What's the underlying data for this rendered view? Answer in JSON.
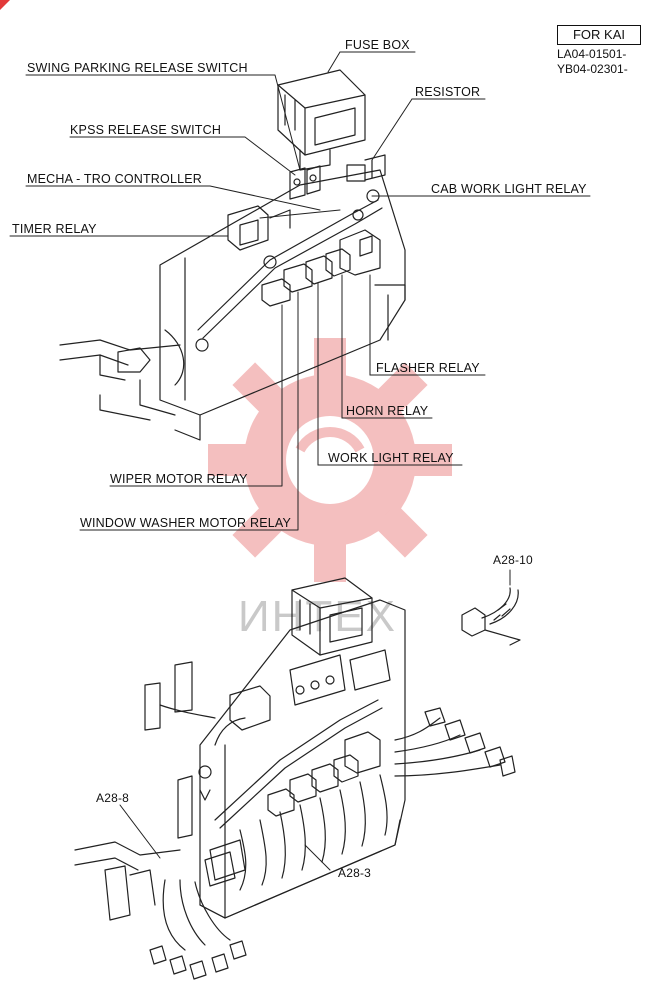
{
  "labels": {
    "fuse_box": "FUSE BOX",
    "swing_parking": "SWING PARKING RELEASE SWITCH",
    "resistor": "RESISTOR",
    "kpss": "KPSS RELEASE SWITCH",
    "mechatro": "MECHA - TRO CONTROLLER",
    "cab_work_light": "CAB WORK LIGHT RELAY",
    "timer": "TIMER RELAY",
    "flasher": "FLASHER  RELAY",
    "horn": "HORN  RELAY",
    "work_light": "WORK LIGHT  RELAY",
    "wiper": "WIPER MOTOR RELAY",
    "washer": "WINDOW WASHER MOTOR RELAY"
  },
  "applicability": {
    "box": "FOR KAI",
    "serial_1": "LA04-01501-",
    "serial_2": "YB04-02301-"
  },
  "callouts": {
    "a28_10": "A28-10",
    "a28_8": "A28-8",
    "a28_3": "A28-3"
  },
  "watermark": {
    "text": "ИНТЕХ",
    "color": "#e23a3a"
  }
}
